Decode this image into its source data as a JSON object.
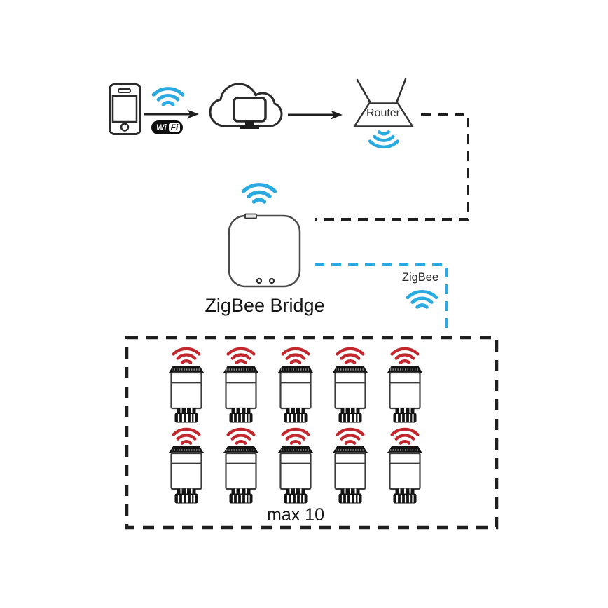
{
  "labels": {
    "router": "Router",
    "zigbee_bridge": "ZigBee Bridge",
    "zigbee_link": "ZigBee",
    "max_devices": "max 10",
    "wifi_badge_wi": "Wi",
    "wifi_badge_fi": "Fi"
  },
  "colors": {
    "wifi_blue": "#29ABE2",
    "signal_red": "#C1272D",
    "line_black": "#1F1F1F"
  },
  "devices": {
    "smartphone": "smartphone",
    "cloud": "cloud with monitor",
    "router": "Router",
    "bridge": "ZigBee Bridge",
    "radiator_valves": {
      "count": 10,
      "rows": 2,
      "per_row": 5,
      "signal_color": "red"
    }
  },
  "connections": [
    {
      "from": "smartphone",
      "to": "cloud",
      "style": "solid-arrow",
      "label": "WiFi"
    },
    {
      "from": "cloud",
      "to": "router",
      "style": "solid-arrow"
    },
    {
      "from": "router",
      "to": "zigbee-bridge",
      "style": "black-dashed"
    },
    {
      "from": "zigbee-bridge",
      "to": "valve-group",
      "style": "blue-dashed",
      "label": "ZigBee"
    }
  ]
}
